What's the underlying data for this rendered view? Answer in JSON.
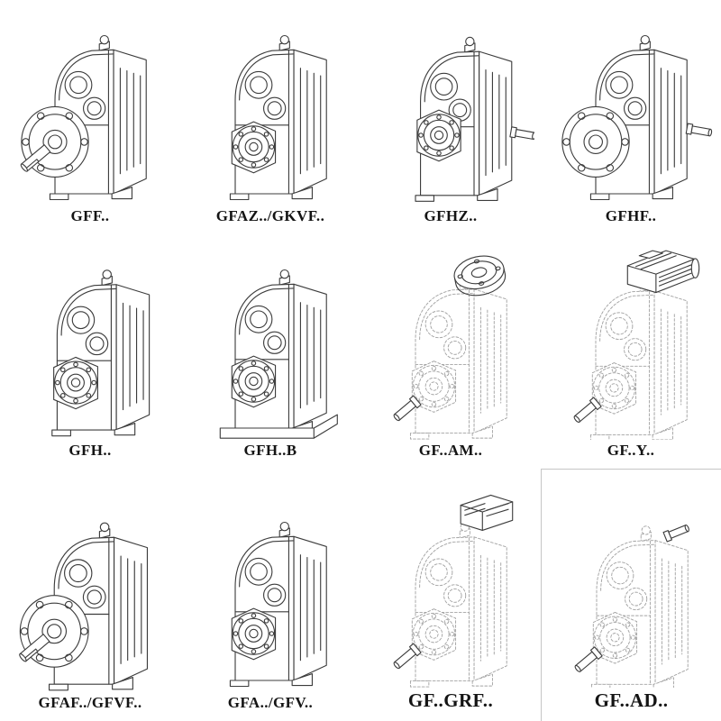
{
  "page": {
    "background": "#ffffff",
    "kind": "gearbox-catalog-sheet"
  },
  "grid": {
    "columns": 4,
    "rows": 3,
    "cells": [
      {
        "label": "GFF..",
        "style": "solid",
        "mount": "output-flange-with-shaft"
      },
      {
        "label": "GFAZ../GKVF..",
        "style": "solid",
        "mount": "hollow-output"
      },
      {
        "label": "GFHZ..",
        "style": "solid",
        "mount": "hollow-output-with-input-stub"
      },
      {
        "label": "GFHF..",
        "style": "solid",
        "mount": "output-flange"
      },
      {
        "label": "GFH..",
        "style": "solid",
        "mount": "hollow-output"
      },
      {
        "label": "GFH..B",
        "style": "solid",
        "mount": "hollow-output-with-base"
      },
      {
        "label": "GF..AM..",
        "style": "dashed",
        "mount": "iec-adapter-flange-on-top"
      },
      {
        "label": "GF..Y..",
        "style": "dashed",
        "mount": "motor-on-top"
      },
      {
        "label": "GFAF../GFVF..",
        "style": "solid",
        "mount": "output-flange-with-shaft"
      },
      {
        "label": "GFA../GFV..",
        "style": "solid",
        "mount": "hollow-output"
      },
      {
        "label": "GF..GRF..",
        "style": "dashed",
        "mount": "adapter-block-on-top"
      },
      {
        "label": "GF..AD..",
        "style": "dashed",
        "mount": "input-shaft-on-top"
      }
    ]
  }
}
